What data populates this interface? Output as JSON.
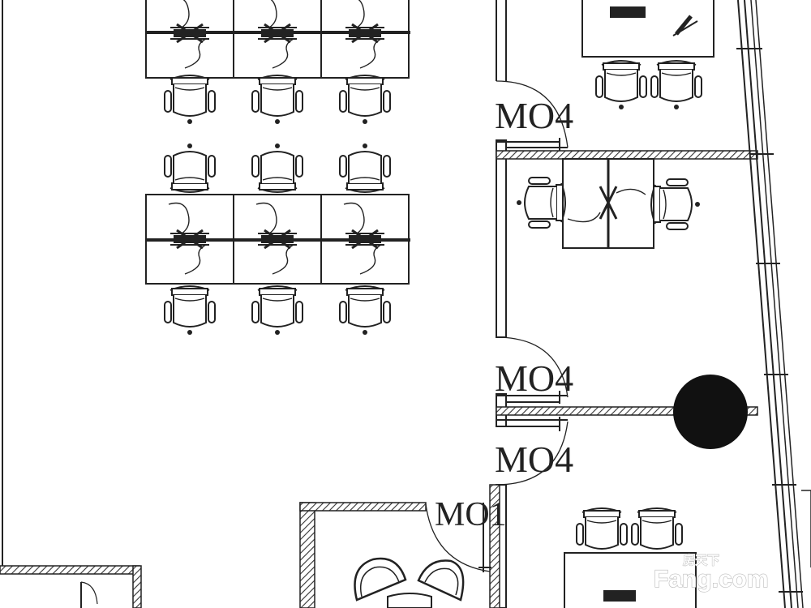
{
  "door_labels": {
    "d1": "MO4",
    "d2": "MO4",
    "d3": "MO4",
    "d4": "MO1"
  },
  "watermark": {
    "cn": "房天下",
    "brand": "Fang.com"
  },
  "colors": {
    "line": "#222222",
    "hatch": "#555555",
    "background": "#ffffff"
  }
}
